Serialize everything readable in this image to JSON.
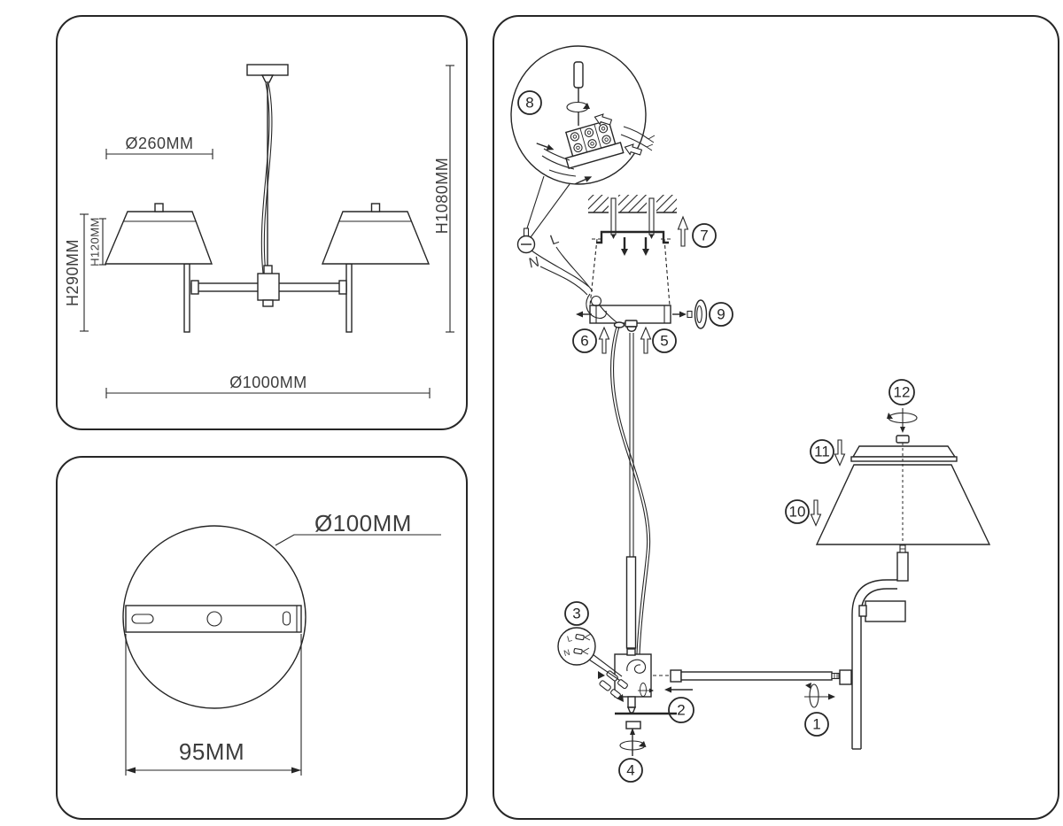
{
  "document": {
    "type": "lamp-assembly-instruction-sheet",
    "background": "#ffffff",
    "line_color": "#262626",
    "text_color": "#3d3d3d"
  },
  "chandelier_dimensions": {
    "shade_diameter": "Ø260MM",
    "fixture_height": "H290MM",
    "shade_height": "H120MM",
    "overall_height": "H1080MM",
    "fixture_diameter": "Ø1000MM"
  },
  "ceiling_plate": {
    "plate_diameter": "Ø100MM",
    "hole_spacing": "95MM"
  },
  "assembly": {
    "wiring": {
      "live": "L",
      "neutral": "N",
      "detail_live": "L",
      "detail_neutral": "N"
    },
    "steps": {
      "s1": "1",
      "s2": "2",
      "s3": "3",
      "s4": "4",
      "s5": "5",
      "s6": "6",
      "s7": "7",
      "s8": "8",
      "s9": "9",
      "s10": "10",
      "s11": "11",
      "s12": "12"
    }
  }
}
